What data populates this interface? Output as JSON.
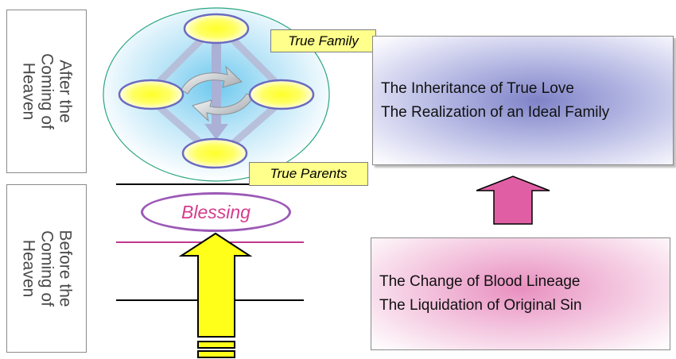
{
  "sidebar": {
    "after": "After the\nComing of\nHeaven",
    "before": "Before the\nComing of\nHeaven"
  },
  "labels": {
    "true_family": "True Family",
    "true_parents": "True Parents",
    "blessing": "Blessing"
  },
  "panels": {
    "top": {
      "line1": "The Inheritance of True Love",
      "line2": "The Realization of an Ideal Family"
    },
    "bottom": {
      "line1": "The Change of Blood Lineage",
      "line2": "The Liquidation of Original Sin"
    }
  },
  "colors": {
    "node_fill": "#ffff33",
    "node_stroke": "#6b6bc0",
    "sphere_stroke": "#2aa57f",
    "yellow_arrow": "#ffff1a",
    "pink_arrow": "#e05fa4",
    "magenta_line": "#c2398e"
  }
}
